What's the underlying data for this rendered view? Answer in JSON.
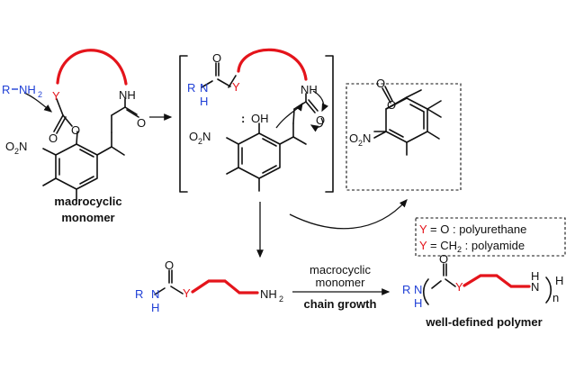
{
  "monomer": {
    "caption_line1": "macrocyclic",
    "caption_line2": "monomer",
    "amine_R": "R",
    "amine_N": "NH",
    "amine_sub": "2",
    "linker_Y": "Y",
    "ring_O": "O",
    "carbonyl_O": "O",
    "amide_NH": "NH",
    "amide_O": "O",
    "nitro_O": "O",
    "nitro_sub": "2",
    "nitro_N": "N"
  },
  "intermediate": {
    "R": "R",
    "N": "N",
    "H": "H",
    "carbonyl_O": "O",
    "Y": "Y",
    "lone_pair": ":",
    "OH": "OH",
    "nitro_O": "O",
    "nitro_sub": "2",
    "nitro_N": "N",
    "amide_NH": "NH",
    "amide_O": "O"
  },
  "lactone": {
    "carbonyl_O": "O",
    "ring_O": "O",
    "nitro_O": "O",
    "nitro_sub": "2",
    "nitro_N": "N"
  },
  "legend": {
    "row1_y": "Y",
    "row1_rest": " = O      : polyurethane",
    "row2_y": "Y",
    "row2_eq": " = CH",
    "row2_sub": "2",
    "row2_rest": " : polyamide"
  },
  "growing_chain": {
    "R": "R",
    "N": "N",
    "H": "H",
    "carbonyl_O": "O",
    "Y": "Y",
    "end_N": "NH",
    "end_sub": "2"
  },
  "reaction_arrow": {
    "above_line1": "macrocyclic",
    "above_line2": "monomer",
    "below": "chain growth"
  },
  "polymer": {
    "R": "R",
    "N": "N",
    "H": "H",
    "carbonyl_O": "O",
    "Y": "Y",
    "end_N": "N",
    "end_H": "H",
    "end_H2": "H",
    "n": "n",
    "caption": "well-defined polymer"
  }
}
